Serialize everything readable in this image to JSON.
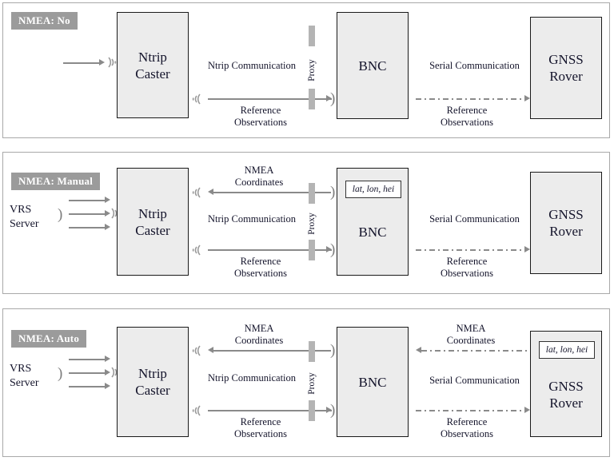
{
  "diagram": {
    "title": "NMEA handling modes between Ntrip Caster, BNC and GNSS Rover",
    "colors": {
      "badge_bg": "#9b9b9b",
      "badge_text": "#ffffff",
      "node_fill": "#ececec",
      "node_border": "#1a1a1a",
      "connector": "#8a8a8a",
      "proxy_bar": "#b4b4b4",
      "panel_border": "#a9a9a9"
    },
    "panels": [
      {
        "id": "nmea-no",
        "badge": "NMEA: No",
        "nodes": {
          "caster": "Ntrip\nCaster",
          "caster_l1": "Ntrip",
          "caster_l2": "Caster",
          "bnc": "BNC",
          "rover_l1": "GNSS",
          "rover_l2": "Rover"
        },
        "proxy_label": "Proxy",
        "labels": {
          "ntrip_comm": "Ntrip Communication",
          "serial_comm": "Serial Communication",
          "ref_obs_l1": "Reference",
          "ref_obs_l2": "Observations",
          "ref_obs_right_l1": "Reference",
          "ref_obs_right_l2": "Observations"
        },
        "has_vrs": false,
        "vrs": null,
        "has_nmea_row": false,
        "nmea_label_l1": null,
        "nmea_label_l2": null,
        "chip_in_bnc": null,
        "chip_in_rover": null,
        "has_nmea_right": false
      },
      {
        "id": "nmea-manual",
        "badge": "NMEA: Manual",
        "nodes": {
          "caster_l1": "Ntrip",
          "caster_l2": "Caster",
          "bnc": "BNC",
          "rover_l1": "GNSS",
          "rover_l2": "Rover"
        },
        "proxy_label": "Proxy",
        "labels": {
          "ntrip_comm": "Ntrip Communication",
          "serial_comm": "Serial Communication",
          "ref_obs_l1": "Reference",
          "ref_obs_l2": "Observations",
          "ref_obs_right_l1": "Reference",
          "ref_obs_right_l2": "Observations"
        },
        "has_vrs": true,
        "vrs": {
          "l1": "VRS",
          "l2": "Server"
        },
        "has_nmea_row": true,
        "nmea_label_l1": "NMEA",
        "nmea_label_l2": "Coordinates",
        "chip_in_bnc": "lat, lon, hei",
        "chip_in_rover": null,
        "has_nmea_right": false
      },
      {
        "id": "nmea-auto",
        "badge": "NMEA: Auto",
        "nodes": {
          "caster_l1": "Ntrip",
          "caster_l2": "Caster",
          "bnc": "BNC",
          "rover_l1": "GNSS",
          "rover_l2": "Rover"
        },
        "proxy_label": "Proxy",
        "labels": {
          "ntrip_comm": "Ntrip Communication",
          "serial_comm": "Serial Communication",
          "ref_obs_l1": "Reference",
          "ref_obs_l2": "Observations",
          "ref_obs_right_l1": "Reference",
          "ref_obs_right_l2": "Observations"
        },
        "has_vrs": true,
        "vrs": {
          "l1": "VRS",
          "l2": "Server"
        },
        "has_nmea_row": true,
        "nmea_label_l1": "NMEA",
        "nmea_label_l2": "Coordinates",
        "nmea_right_l1": "NMEA",
        "nmea_right_l2": "Coordinates",
        "chip_in_bnc": null,
        "chip_in_rover": "lat, lon, hei",
        "has_nmea_right": true
      }
    ]
  }
}
